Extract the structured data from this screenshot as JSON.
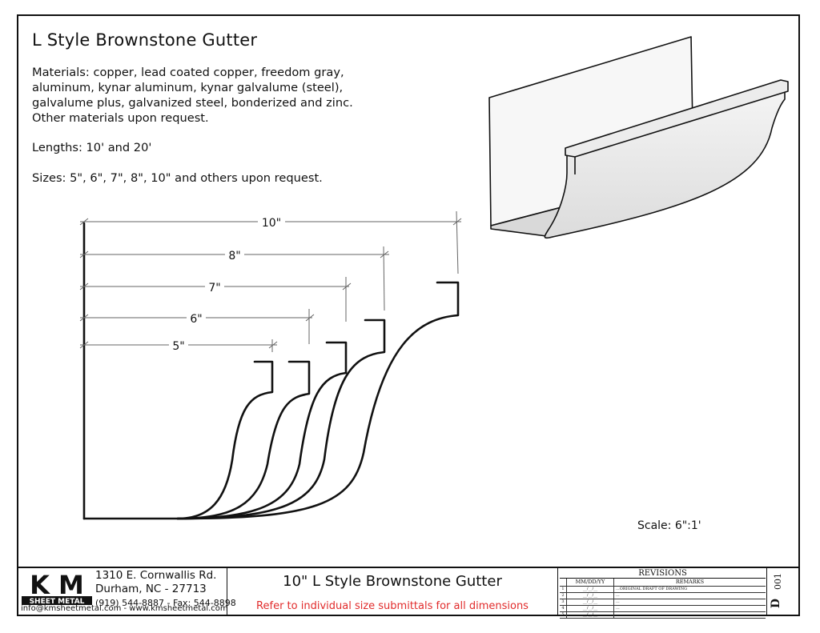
{
  "title": "L Style Brownstone Gutter",
  "materials_lines": [
    "Materials: copper, lead coated copper, freedom gray,",
    "aluminum, kynar aluminum, kynar galvalume (steel),",
    "galvalume plus, galvanized steel, bonderized and zinc.",
    "Other materials upon request."
  ],
  "lengths": "Lengths: 10' and 20'",
  "sizes": "Sizes: 5\", 6\", 7\", 8\", 10\" and others upon request.",
  "dimensions": [
    "10\"",
    "8\"",
    "7\"",
    "6\"",
    "5\""
  ],
  "scale": "Scale: 6\":1'",
  "company": {
    "address_line1": "1310 E. Cornwallis Rd.",
    "address_line2": "Durham, NC - 27713",
    "phone_fax": "(919) 544-8887 - Fax: 544-8898",
    "email_web": "info@kmsheetmetal.com - www.kmsheetmetal.com",
    "logo_text": "K M",
    "logo_sub": "SHEET METAL"
  },
  "drawing_title": "10\" L Style Brownstone Gutter",
  "drawing_note": "Refer to individual size submittals for all dimensions",
  "revisions": {
    "heading": "REVISIONS",
    "col_date": "MM/DD/YY",
    "col_remarks": "REMARKS",
    "rows": [
      {
        "n": "1",
        "date": "__/__/__",
        "remark": "...ORIGINAL DRAFT OF DRAWING"
      },
      {
        "n": "2",
        "date": "__/__/__",
        "remark": "..."
      },
      {
        "n": "3",
        "date": "__/__/__",
        "remark": "..."
      },
      {
        "n": "4",
        "date": "__/__/__",
        "remark": "..."
      },
      {
        "n": "5",
        "date": "__/__/__",
        "remark": "..."
      }
    ]
  },
  "sheet_number": "001",
  "sheet_letter": "D",
  "colors": {
    "note_red": "#e12b2b",
    "line": "#111111"
  }
}
